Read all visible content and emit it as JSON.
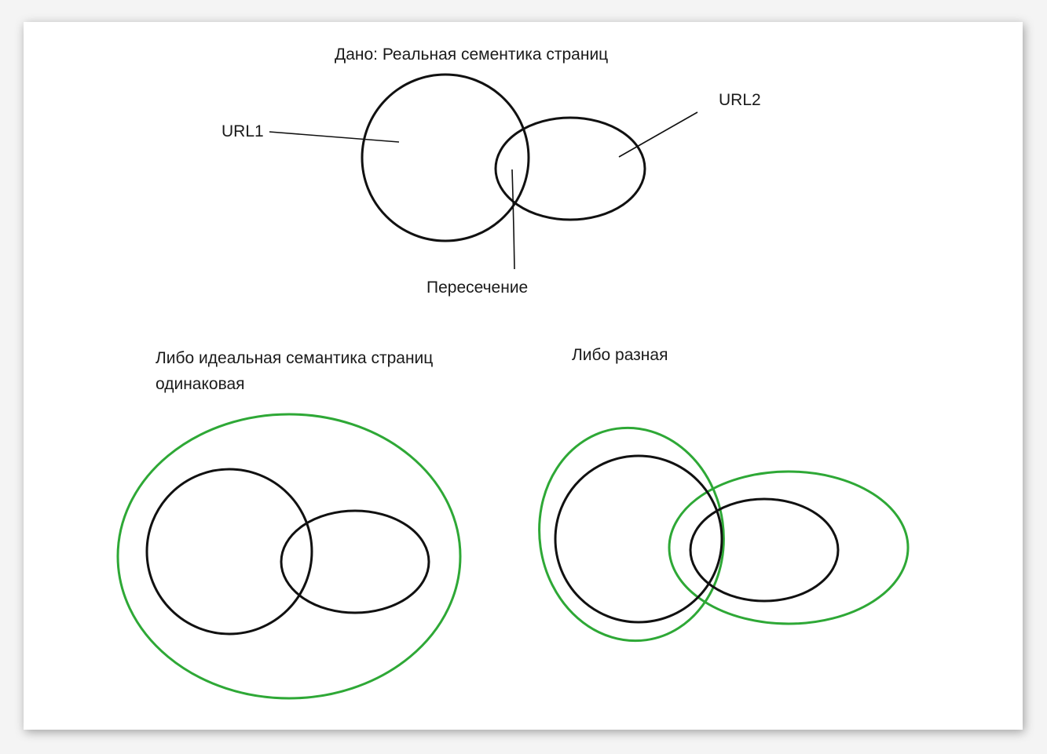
{
  "top": {
    "title": "Дано: Реальная сементика страниц",
    "url1_label": "URL1",
    "url2_label": "URL2",
    "intersection_label": "Пересечение"
  },
  "bottom_left": {
    "title_line1": "Либо идеальная семантика страниц",
    "title_line2": "одинаковая"
  },
  "bottom_right": {
    "title": "Либо разная"
  },
  "colors": {
    "circle_stroke": "#111111",
    "semantic_scope_stroke": "#2ea836"
  }
}
